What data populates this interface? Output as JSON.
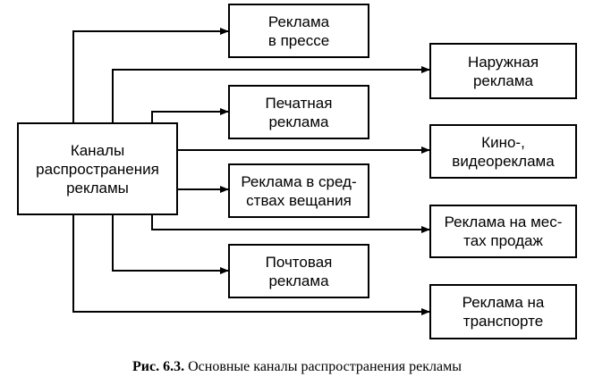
{
  "source_box": {
    "label": "Каналы\nраспространения\nрекламы"
  },
  "channels": [
    {
      "id": "press",
      "label": "Реклама\nв прессе"
    },
    {
      "id": "outdoor",
      "label": "Наружная\nреклама"
    },
    {
      "id": "print",
      "label": "Печатная\nреклама"
    },
    {
      "id": "cinema",
      "label": "Кино-,\nвидеореклама"
    },
    {
      "id": "broadcast",
      "label": "Реклама в сред-\nствах вещания"
    },
    {
      "id": "pos",
      "label": "Реклама на мес-\nтах продаж"
    },
    {
      "id": "mail",
      "label": "Почтовая\nреклама"
    },
    {
      "id": "transport",
      "label": "Реклама на\nтранспорте"
    }
  ],
  "caption": {
    "number": "Рис. 6.3.",
    "text": "Основные каналы распространения рекламы"
  }
}
